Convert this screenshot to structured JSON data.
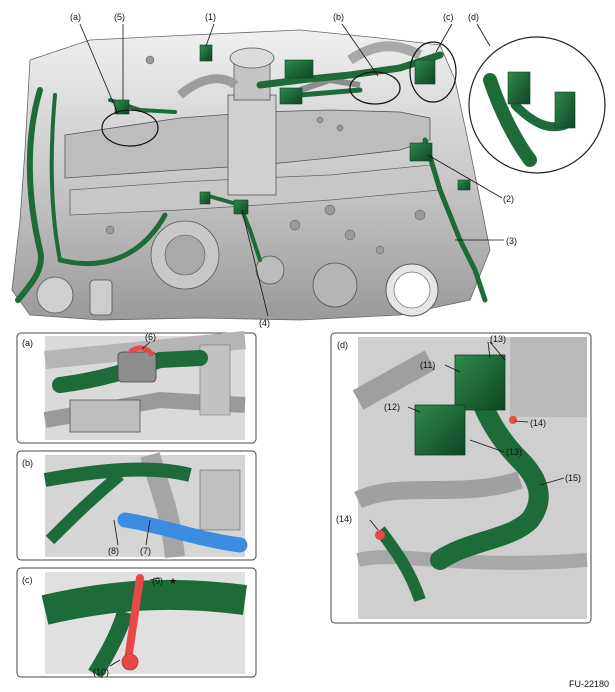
{
  "figure_id": "FU-22180",
  "callouts": {
    "a": "(a)",
    "b": "(b)",
    "c": "(c)",
    "d": "(d)",
    "n1": "(1)",
    "n2": "(2)",
    "n3": "(3)",
    "n4": "(4)",
    "n5": "(5)",
    "n6": "(6)",
    "n7": "(7)",
    "n8": "(8)",
    "n9": "(9)",
    "n10": "(10)",
    "n11": "(11)",
    "n12": "(12)",
    "n13a": "(13)",
    "n13b": "(13)",
    "n14a": "(14)",
    "n14b": "(14)",
    "n15": "(15)"
  },
  "star_symbol": "★",
  "colors": {
    "harness": "#1e6b3a",
    "harness_dark": "#0f4424",
    "clip_red": "#e84848",
    "hose_blue": "#3c8de0",
    "metal": "#d6d6d6"
  }
}
